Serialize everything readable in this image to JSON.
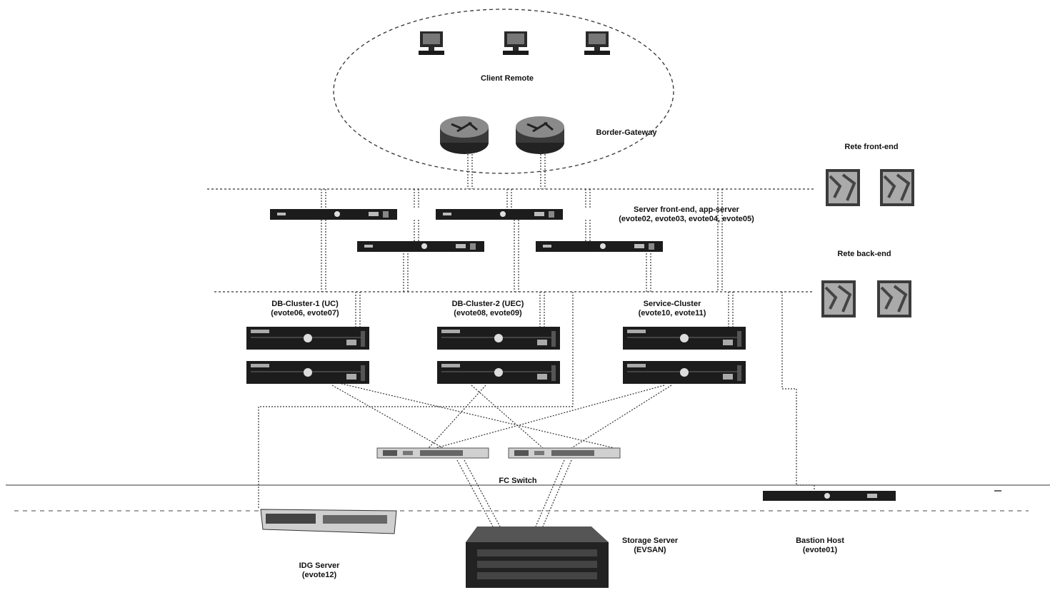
{
  "labels": {
    "client_remote": "Client Remote",
    "border_gateway": "Border-Gateway",
    "rete_front_end": "Rete front-end",
    "rete_back_end": "Rete back-end",
    "server_front_end_line1": "Server front-end, app-server",
    "server_front_end_line2": "(evote02, evote03, evote04, evote05)",
    "db_cluster_1_line1": "DB-Cluster-1 (UC)",
    "db_cluster_1_line2": "(evote06, evote07)",
    "db_cluster_2_line1": "DB-Cluster-2 (UEC)",
    "db_cluster_2_line2": "(evote08, evote09)",
    "service_cluster_line1": "Service-Cluster",
    "service_cluster_line2": "(evote10, evote11)",
    "fc_switch": "FC Switch",
    "idg_server_line1": "IDG Server",
    "idg_server_line2": "(evote12)",
    "storage_server_line1": "Storage Server",
    "storage_server_line2": "(EVSAN)",
    "bastion_host_line1": "Bastion Host",
    "bastion_host_line2": "(evote01)"
  },
  "colors": {
    "device": "#1a1a1a",
    "line": "#333333",
    "background": "#ffffff"
  }
}
